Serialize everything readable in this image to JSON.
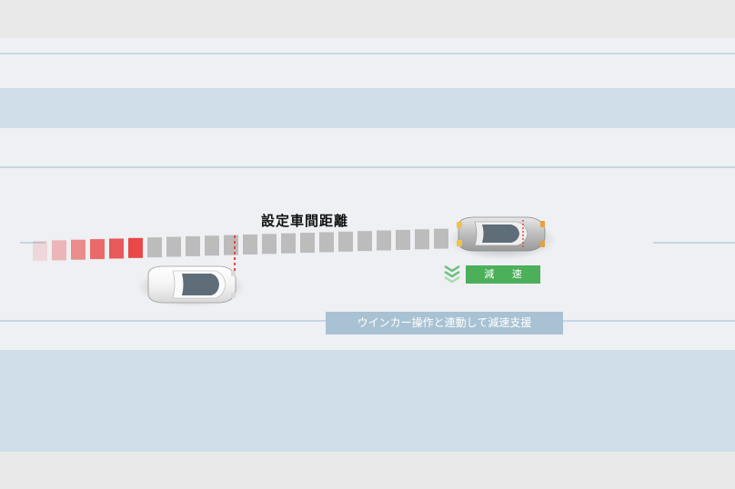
{
  "diagram": {
    "distance_label": "設定車間距離",
    "decel_badge": "減 速",
    "assist_caption": "ウインカー操作と連動して減速支援"
  },
  "colors": {
    "background": "#e9e9ea",
    "road": "#eef0f3",
    "lane_band": "#cfdee9",
    "lane_line": "#c3d6e5",
    "gap_block": "#bcbcbc",
    "gap_block_near": "#e84848",
    "decel_green": "#4caf5a",
    "caption_bg": "#a9c2d3"
  },
  "icons": [
    "decel-chevron-icon",
    "own-car-icon",
    "lead-car-icon"
  ]
}
